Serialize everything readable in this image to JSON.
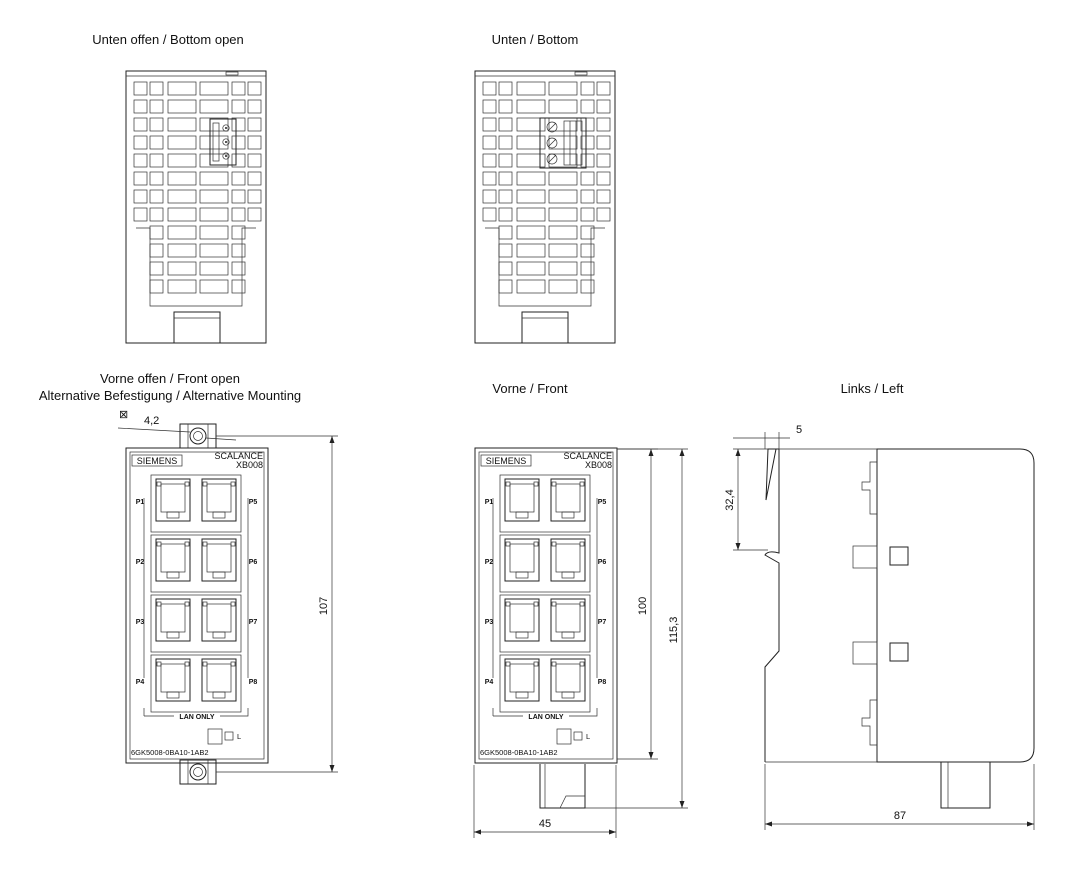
{
  "views": {
    "bottom_open": {
      "title": "Unten offen / Bottom open"
    },
    "bottom": {
      "title": "Unten / Bottom"
    },
    "front_open": {
      "title_line1": "Vorne offen / Front open",
      "title_line2": "Alternative Befestigung / Alternative Mounting"
    },
    "front": {
      "title": "Vorne / Front"
    },
    "left": {
      "title": "Links / Left"
    }
  },
  "device": {
    "brand": "SIEMENS",
    "model_line1": "SCALANCE",
    "model_line2": "XB008",
    "ports_left": [
      "P1",
      "P2",
      "P3",
      "P4"
    ],
    "ports_right": [
      "P5",
      "P6",
      "P7",
      "P8"
    ],
    "lan_label": "LAN ONLY",
    "order_number": "6GK5008-0BA10-1AB2",
    "led_label": "L"
  },
  "dimensions": {
    "hole_symbol": "⊠",
    "hole": "4,2",
    "height_open": "107",
    "height_front": "100",
    "height_total": "115,3",
    "width_front": "45",
    "clip_offset": "5",
    "clip_height": "32,4",
    "depth": "87"
  }
}
